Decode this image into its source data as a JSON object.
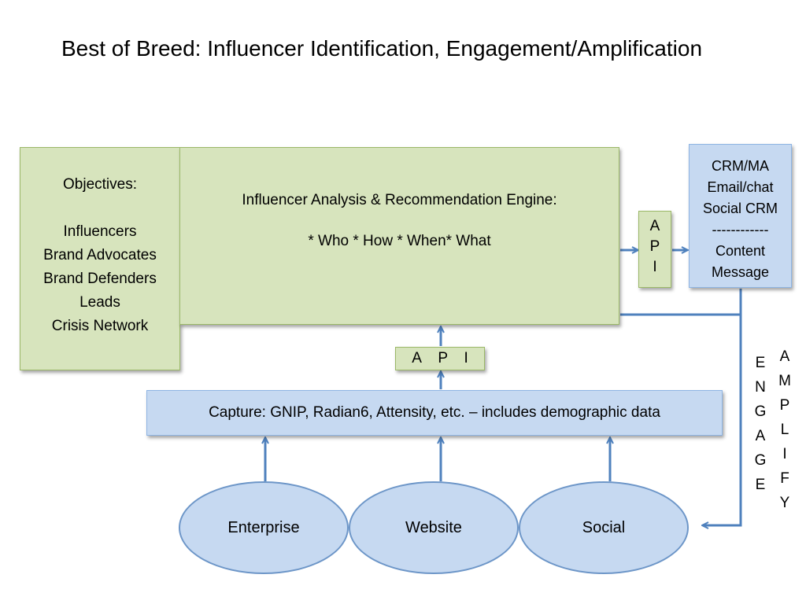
{
  "title": "Best of Breed: Influencer Identification, Engagement/Amplification",
  "objectives": {
    "heading": "Objectives:",
    "items": [
      "Influencers",
      "Brand Advocates",
      "Brand Defenders",
      "Leads",
      "Crisis Network"
    ]
  },
  "engine": {
    "heading": "Influencer Analysis & Recommendation Engine:",
    "subtext": "* Who * How * When* What"
  },
  "api_right": [
    "A",
    "P",
    "I"
  ],
  "api_bottom": [
    "A",
    "P",
    "I"
  ],
  "crm": {
    "lines": [
      "CRM/MA",
      "Email/chat",
      "Social CRM",
      "------------",
      "Content",
      "Message"
    ]
  },
  "capture": {
    "label": "Capture: GNIP, Radian6, Attensity, etc. – includes demographic data"
  },
  "sources": [
    "Enterprise",
    "Website",
    "Social"
  ],
  "engage": [
    "E",
    "N",
    "G",
    "A",
    "G",
    "E"
  ],
  "amplify": [
    "A",
    "M",
    "P",
    "L",
    "I",
    "F",
    "Y"
  ],
  "colors": {
    "green_fill": "#d7e4bd",
    "blue_fill": "#c6d9f1",
    "arrow": "#4f81bd"
  }
}
